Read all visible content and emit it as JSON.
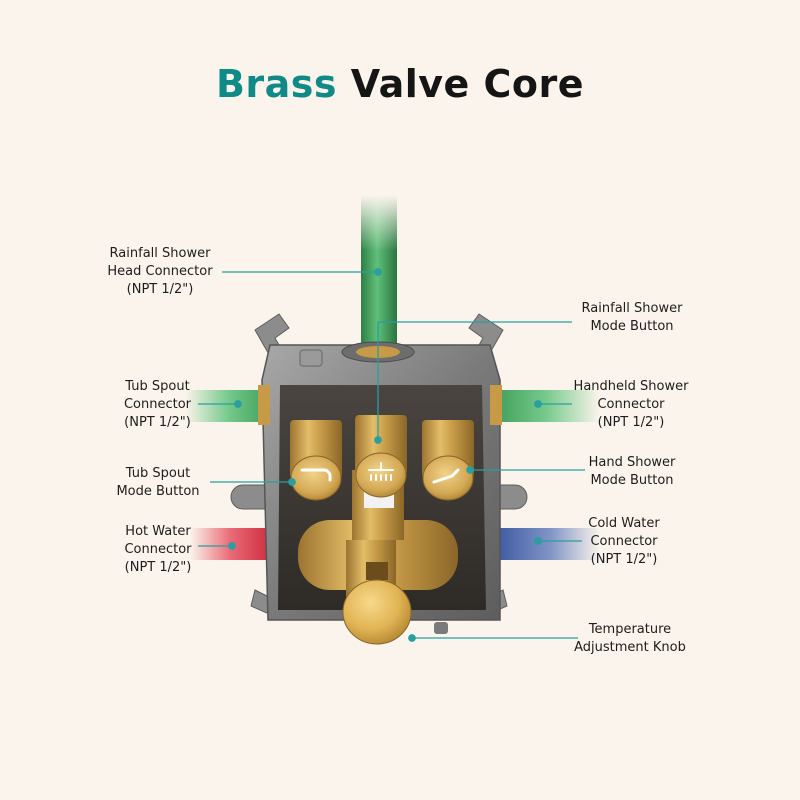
{
  "title": {
    "accent": "Brass",
    "rest": "Valve Core"
  },
  "colors": {
    "accent": "#0f8a86",
    "callout_line": "#2a9ea0",
    "cold_pipe": "#3b5aa8",
    "hot_pipe": "#d5283d",
    "green_pipe": "#3f9a55",
    "brass": "#d2a64f",
    "housing": "#8a8a8a"
  },
  "callouts": {
    "rainfall_head": {
      "lines": [
        "Rainfall Shower",
        "Head Connector",
        "(NPT 1/2\")"
      ]
    },
    "rainfall_mode": {
      "lines": [
        "Rainfall Shower",
        "Mode Button"
      ]
    },
    "tub_spout_connector": {
      "lines": [
        "Tub Spout",
        "Connector",
        "(NPT 1/2\")"
      ]
    },
    "handheld_connector": {
      "lines": [
        "Handheld Shower",
        "Connector",
        "(NPT 1/2\")"
      ]
    },
    "tub_spout_mode": {
      "lines": [
        "Tub Spout",
        "Mode Button"
      ]
    },
    "hand_shower_mode": {
      "lines": [
        "Hand Shower",
        "Mode Button"
      ]
    },
    "hot_water": {
      "lines": [
        "Hot Water",
        "Connector",
        "(NPT 1/2\")"
      ]
    },
    "cold_water": {
      "lines": [
        "Cold Water",
        "Connector",
        "(NPT 1/2\")"
      ]
    },
    "temperature_knob": {
      "lines": [
        "Temperature",
        "Adjustment Knob"
      ]
    }
  },
  "icons": {
    "tub_spout_button": "tub-spout-icon",
    "rainfall_button": "rainfall-shower-icon",
    "hand_shower_button": "hand-shower-icon"
  }
}
